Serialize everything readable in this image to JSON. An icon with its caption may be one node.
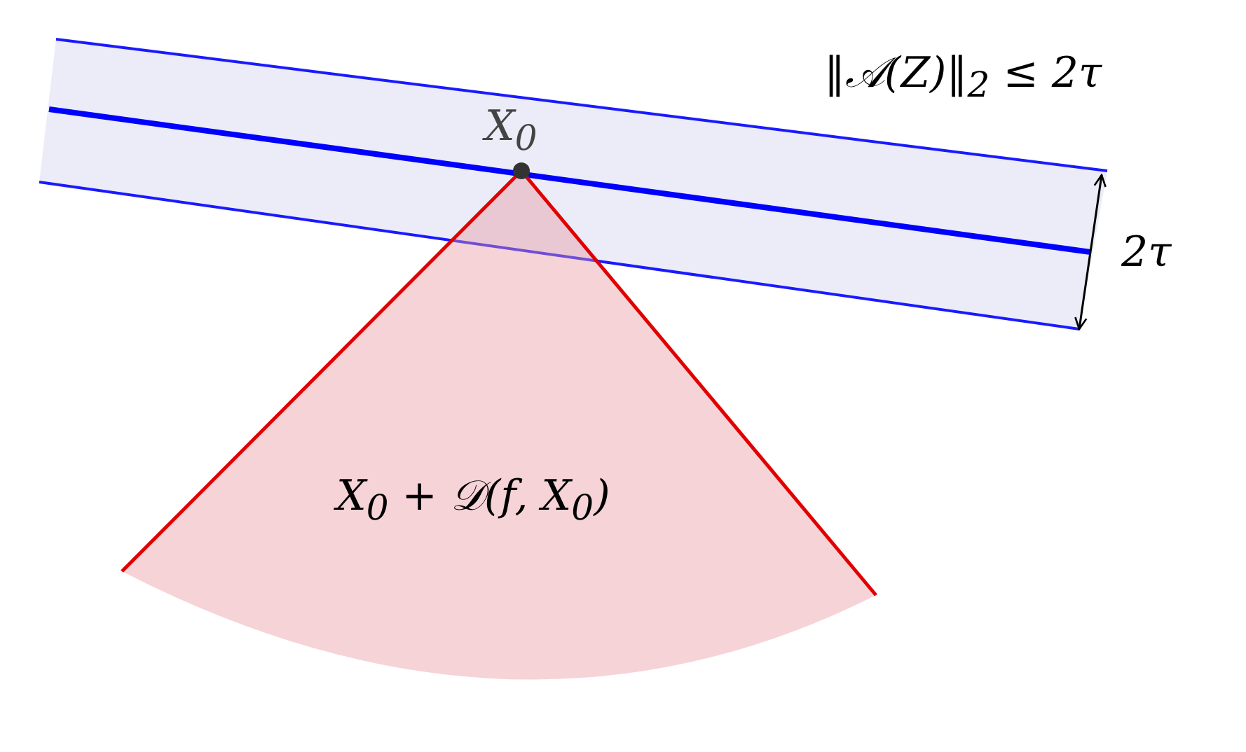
{
  "diagram": {
    "nodes": [
      {
        "text": [
          "‖𝒜(Z)‖$_{2}$ ≤ 2τ"
        ]
      },
      {
        "text": [
          "X$_{0}$ + 𝒟(f, X$_{0}$)"
        ]
      }
    ],
    "labels": [
      "X$_{0}$",
      "2τ"
    ]
  }
}
